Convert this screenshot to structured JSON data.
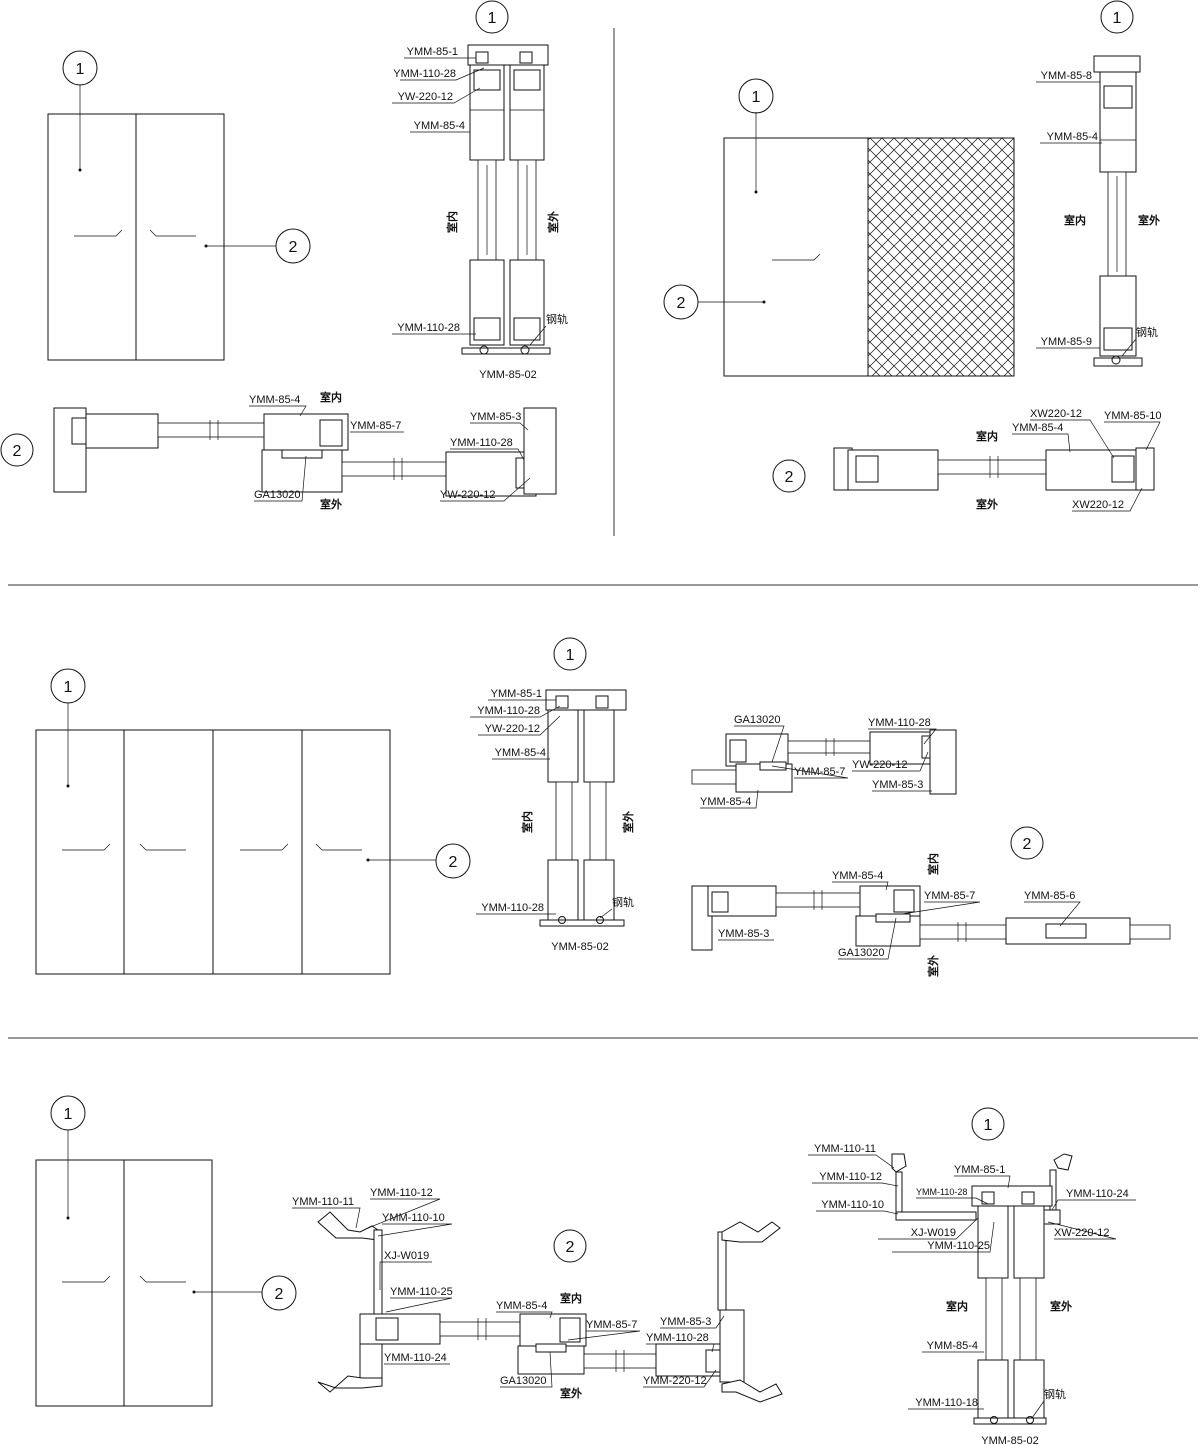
{
  "sec1": {
    "left": {
      "elev_c1": "1",
      "elev_c2": "2",
      "sect_c1": "1",
      "plan_c2": "2",
      "v_labels": [
        "YMM-85-1",
        "YMM-110-28",
        "YW-220-12",
        "YMM-85-4",
        "YMM-110-28",
        "钢轨",
        "YMM-85-02"
      ],
      "v_indoor": "室内",
      "v_outdoor": "室外",
      "h_labels": [
        "YMM-85-4",
        "室内",
        "YMM-85-7",
        "YMM-85-3",
        "YMM-110-28",
        "YW-220-12",
        "GA13020",
        "室外"
      ]
    },
    "right": {
      "elev_c1": "1",
      "elev_c2": "2",
      "sect_c1": "1",
      "plan_c2": "2",
      "v_labels": [
        "YMM-85-8",
        "YMM-85-4",
        "YMM-85-9",
        "钢轨"
      ],
      "v_indoor": "室内",
      "v_outdoor": "室外",
      "h_labels": [
        "XW220-12",
        "YMM-85-10",
        "YMM-85-4",
        "室内",
        "室外",
        "XW220-12"
      ]
    }
  },
  "sec2": {
    "elev_c1": "1",
    "elev_c2": "2",
    "sect_c1": "1",
    "plan_c2": "2",
    "v_labels": [
      "YMM-85-1",
      "YMM-110-28",
      "YW-220-12",
      "YMM-85-4",
      "YMM-110-28",
      "钢轨",
      "YMM-85-02"
    ],
    "v_indoor": "室内",
    "v_outdoor": "室外",
    "p1_labels": [
      "GA13020",
      "YMM-110-28",
      "YMM-85-7",
      "YW-220-12",
      "YMM-85-4",
      "YMM-85-3"
    ],
    "p2_labels": [
      "YMM-85-4",
      "室内",
      "YMM-85-7",
      "YMM-85-6",
      "YMM-85-3",
      "GA13020",
      "室外"
    ]
  },
  "sec3": {
    "elev_c1": "1",
    "elev_c2": "2",
    "plan_c2": "2",
    "sect_c1": "1",
    "p_labels": [
      "YMM-110-11",
      "YMM-110-12",
      "YMM-110-10",
      "XJ-W019",
      "YMM-110-25",
      "YMM-110-24",
      "YMM-85-4",
      "室内",
      "YMM-85-7",
      "YMM-85-3",
      "YMM-110-28",
      "GA13020",
      "室外",
      "YMM-220-12"
    ],
    "v_labels": [
      "YMM-110-11",
      "YMM-110-12",
      "YMM-85-1",
      "YMM-110-28",
      "YMM-110-24",
      "YMM-110-10",
      "XJ-W019",
      "XW-220-12",
      "YMM-110-25",
      "YMM-85-4",
      "YMM-110-18",
      "钢轨",
      "YMM-85-02"
    ],
    "v_indoor": "室内",
    "v_outdoor": "室外"
  }
}
